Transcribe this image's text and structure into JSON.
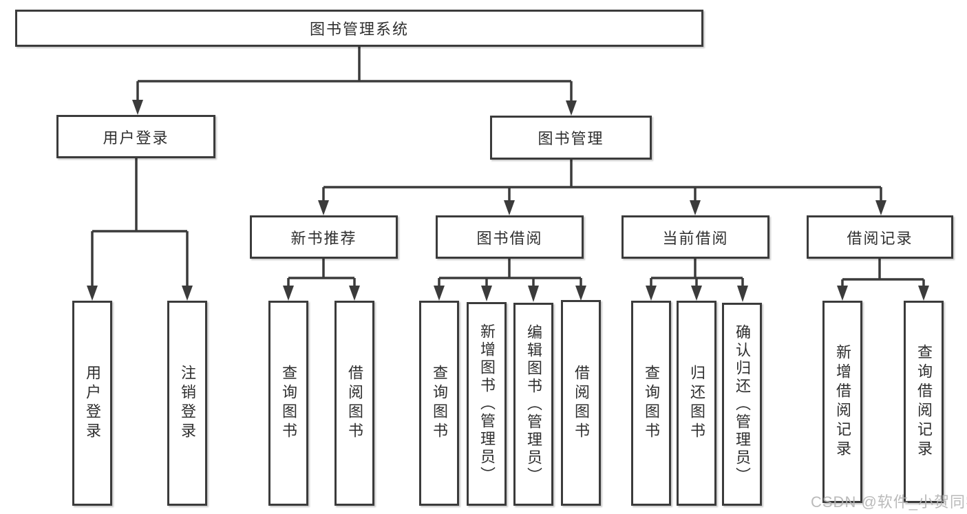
{
  "diagram": {
    "root": {
      "label": "图书管理系统"
    },
    "branches": [
      {
        "label": "用户登录",
        "children": [
          {
            "label": "用户登录"
          },
          {
            "label": "注销登录"
          }
        ]
      },
      {
        "label": "图书管理",
        "children": [
          {
            "label": "新书推荐",
            "children": [
              {
                "label": "查询图书"
              },
              {
                "label": "借阅图书"
              }
            ]
          },
          {
            "label": "图书借阅",
            "children": [
              {
                "label": "查询图书"
              },
              {
                "label": "新增图书（管理员）"
              },
              {
                "label": "编辑图书（管理员）"
              },
              {
                "label": "借阅图书"
              }
            ]
          },
          {
            "label": "当前借阅",
            "children": [
              {
                "label": "查询图书"
              },
              {
                "label": "归还图书"
              },
              {
                "label": "确认归还（管理员）"
              }
            ]
          },
          {
            "label": "借阅记录",
            "children": [
              {
                "label": "新增借阅记录"
              },
              {
                "label": "查询借阅记录"
              }
            ]
          }
        ]
      }
    ]
  },
  "watermark": "CSDN @软件_小贺同学",
  "colors": {
    "line": "#3b3b3b",
    "text": "#2f2f2f",
    "watermark": "#b2b2b2",
    "background": "#ffffff"
  }
}
